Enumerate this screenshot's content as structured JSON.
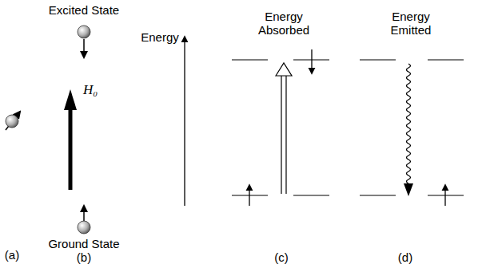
{
  "diagram": {
    "labels": [
      "Excited State",
      "H₀",
      "Ground State",
      "Energy",
      "Energy Absorbed",
      "Energy Emitted",
      "(a)",
      "(b)",
      "(c)",
      "(d)"
    ]
  }
}
